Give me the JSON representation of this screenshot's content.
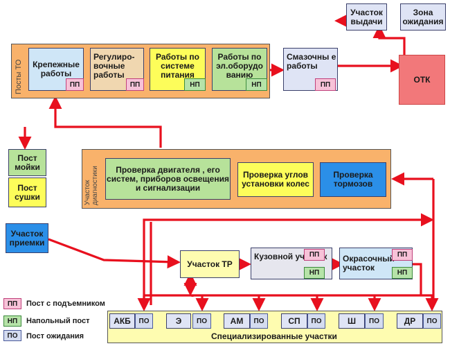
{
  "groups": {
    "to_label": "Посты ТО",
    "diag_label": "Участок диагностики"
  },
  "top": {
    "issue": "Участок выдачи",
    "waiting_zone": "Зона ожидания",
    "otk": "ОТК"
  },
  "to_posts": {
    "fastening": "Крепежные работы",
    "adjustment": "Регулиро-вочные работы",
    "fuel_system": "Работы по системе питания",
    "electrical": "Работы по эл.оборудо ванию",
    "lubrication": "Смазочны е работы"
  },
  "diag": {
    "engine": "Проверка двигателя , его систем, приборов освещения и сигнализации",
    "wheel_angles": "Проверка углов установки колес",
    "brakes": "Проверка тормозов"
  },
  "left": {
    "wash": "Пост мойки",
    "dry": "Пост сушки",
    "reception": "Участок приемки"
  },
  "repair": {
    "tr": "Участок ТР",
    "body": "Кузовной участок",
    "paint": "Окрасочный участок"
  },
  "badges": {
    "pp": "ПП",
    "np": "НП",
    "po": "ПО"
  },
  "specialized": {
    "title": "Специализированные участки",
    "units": [
      "АКБ",
      "Э",
      "АМ",
      "СП",
      "Ш",
      "ДР"
    ]
  },
  "legend": {
    "pp_text": "Пост с подъемником",
    "np_text": "Напольный пост",
    "po_text": "Пост  ожидания"
  },
  "colors": {
    "arrow": "#e8101e",
    "orange_group": "#f9b26b",
    "otk": "#f2787a",
    "yellow": "#fdfd5a",
    "green": "#b7e29a",
    "blue": "#2b8fe8",
    "light_blue": "#cfe6f7",
    "tan": "#f0d7b0",
    "lavender": "#dfe4f5",
    "spec_yellow": "#fefcb0"
  }
}
